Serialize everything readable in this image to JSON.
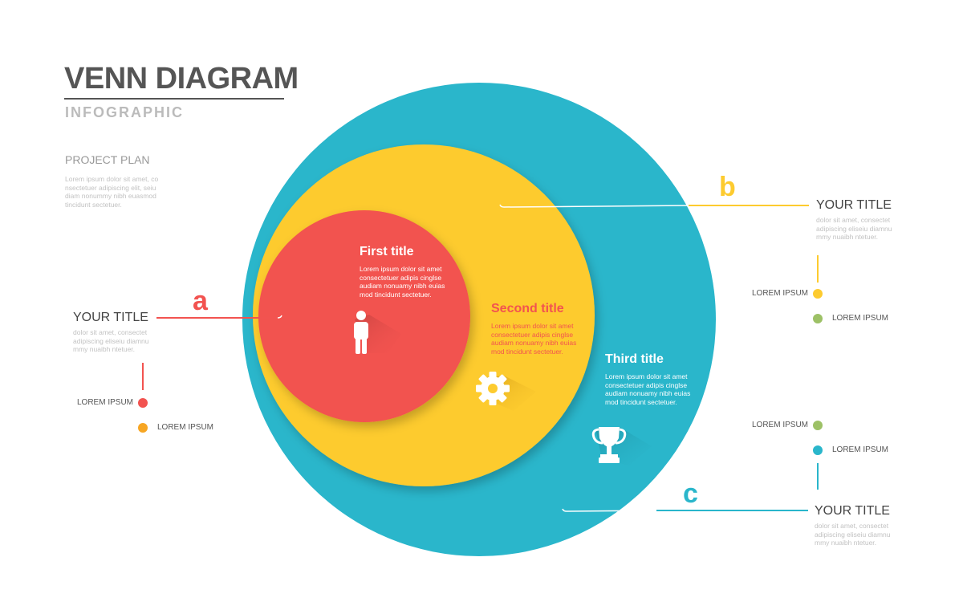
{
  "header": {
    "title": "VENN DIAGRAM",
    "subtitle": "INFOGRAPHIC"
  },
  "project": {
    "title": "PROJECT PLAN",
    "text": "Lorem ipsum dolor sit amet, co\nnsectetuer adipiscing elit, seiu\ndiam nonummy nibh euasmod\ntincidunt sectetuer."
  },
  "colors": {
    "red": "#f25350",
    "yellow": "#fdcb2f",
    "teal": "#2ab6cb",
    "green": "#9dc166",
    "dark_text": "#444444"
  },
  "circles": {
    "first": {
      "title": "First title",
      "text": "Lorem ipsum dolor sit amet\nconsectetuer adipis cinglse\naudiam nonuamy nibh euias\nmod tincidunt sectetuer.",
      "icon": "person-icon"
    },
    "second": {
      "title": "Second title",
      "text": "Lorem ipsum dolor sit amet\nconsectetuer adipis cinglse\naudiam nonuamy nibh euias\nmod tincidunt sectetuer.",
      "icon": "gear-icon"
    },
    "third": {
      "title": "Third title",
      "text": "Lorem ipsum dolor sit amet\nconsectetuer adipis cinglse\naudiam nonuamy nibh euias\nmod tincidunt sectetuer.",
      "icon": "trophy-icon"
    }
  },
  "callouts": {
    "a": {
      "letter": "a",
      "title": "YOUR TITLE",
      "text": "dolor sit amet, consectet\nadipiscing eliseiu diamnu\nmmy nuaibh ntetuer.",
      "items": [
        "LOREM IPSUM",
        "LOREM IPSUM"
      ]
    },
    "b": {
      "letter": "b",
      "title": "YOUR TITLE",
      "text": "dolor sit amet, consectet\nadipiscing eliseiu diamnu\nmmy nuaibh ntetuer.",
      "items": [
        "LOREM IPSUM",
        "LOREM IPSUM"
      ]
    },
    "c": {
      "letter": "c",
      "title": "YOUR TITLE",
      "text": "dolor sit amet, consectet\nadipiscing eliseiu diamnu\nmmy nuaibh ntetuer.",
      "items": [
        "LOREM IPSUM",
        "LOREM IPSUM"
      ]
    }
  }
}
